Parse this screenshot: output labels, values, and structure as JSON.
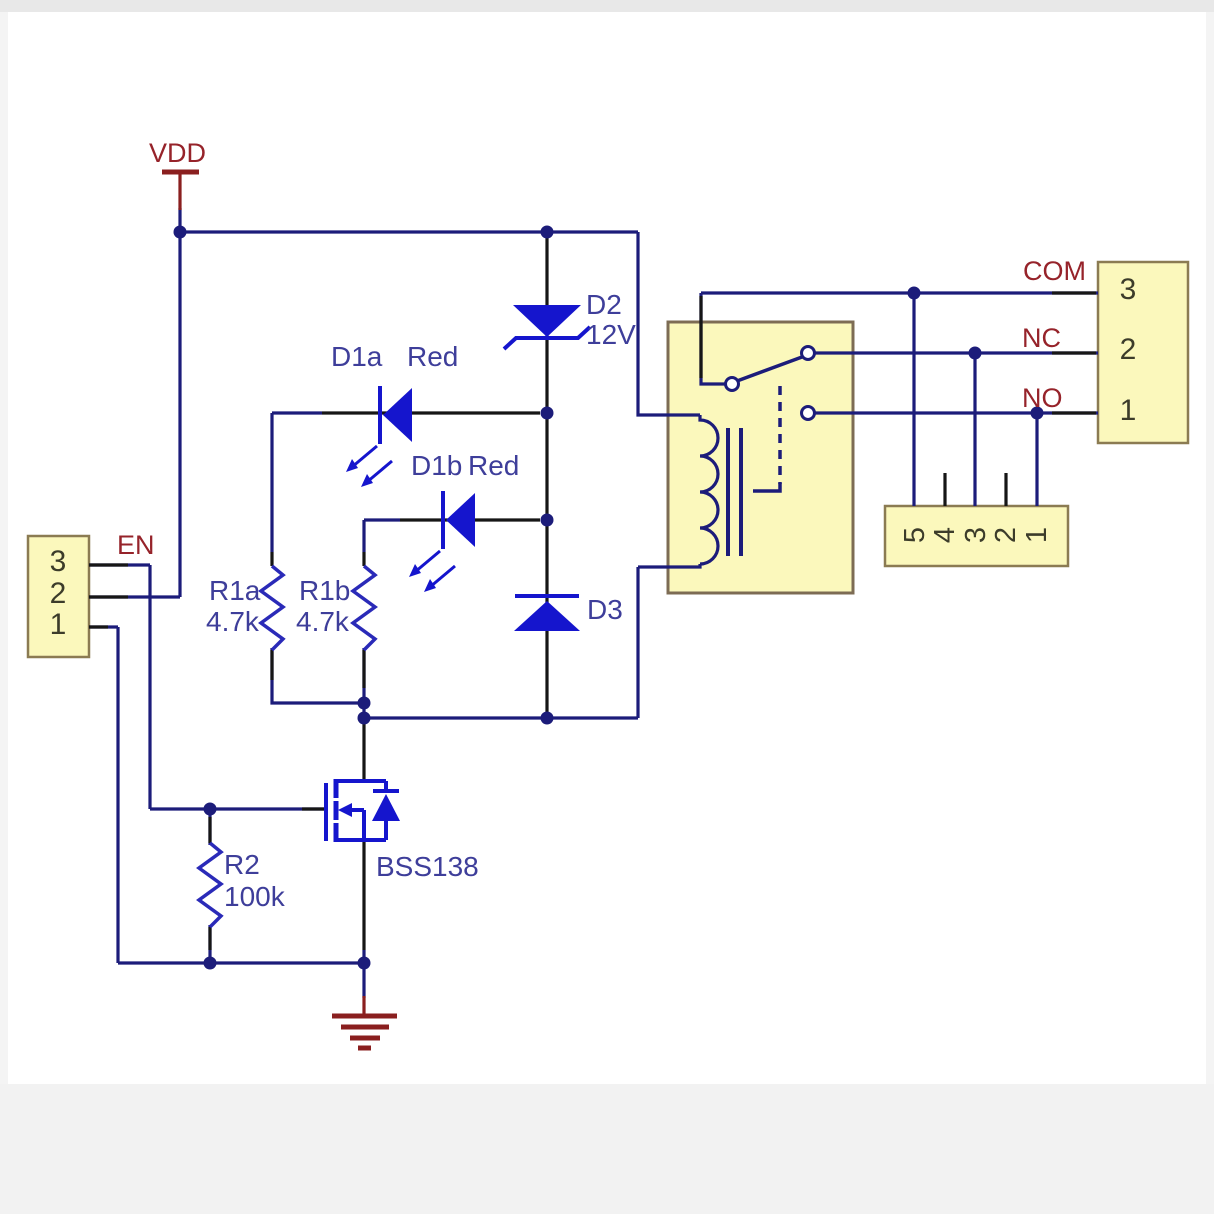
{
  "diagram": {
    "power": {
      "vdd": "VDD"
    },
    "signals": {
      "en": "EN",
      "com": "COM",
      "nc": "NC",
      "no": "NO"
    },
    "components": {
      "d1a": {
        "ref": "D1a",
        "value": "Red"
      },
      "d1b": {
        "ref": "D1b",
        "value": "Red"
      },
      "d2": {
        "ref": "D2",
        "value": "12V"
      },
      "d3": {
        "ref": "D3"
      },
      "r1a": {
        "ref": "R1a",
        "value": "4.7k"
      },
      "r1b": {
        "ref": "R1b",
        "value": "4.7k"
      },
      "r2": {
        "ref": "R2",
        "value": "100k"
      },
      "q1": {
        "ref": "BSS138"
      }
    },
    "connectors": {
      "left": {
        "pins": [
          "3",
          "2",
          "1"
        ]
      },
      "right": {
        "pins": [
          "3",
          "2",
          "1"
        ]
      },
      "bottom": {
        "pins": [
          "5",
          "4",
          "3",
          "2",
          "1"
        ]
      }
    },
    "colors": {
      "wire": "#1c1c7a",
      "component_lead": "#161616",
      "symbol_blue": "#1515cd",
      "resistor_blue": "#2a2ab8",
      "power_ground_red": "#8a1f1f",
      "net_label_maroon": "#96232a",
      "component_label_blue": "#3e3e9a",
      "pin_number_olive": "#3c3c2a",
      "connector_fill_yellow": "#fbf8bc",
      "connector_border_brown": "#8b7b52"
    }
  }
}
